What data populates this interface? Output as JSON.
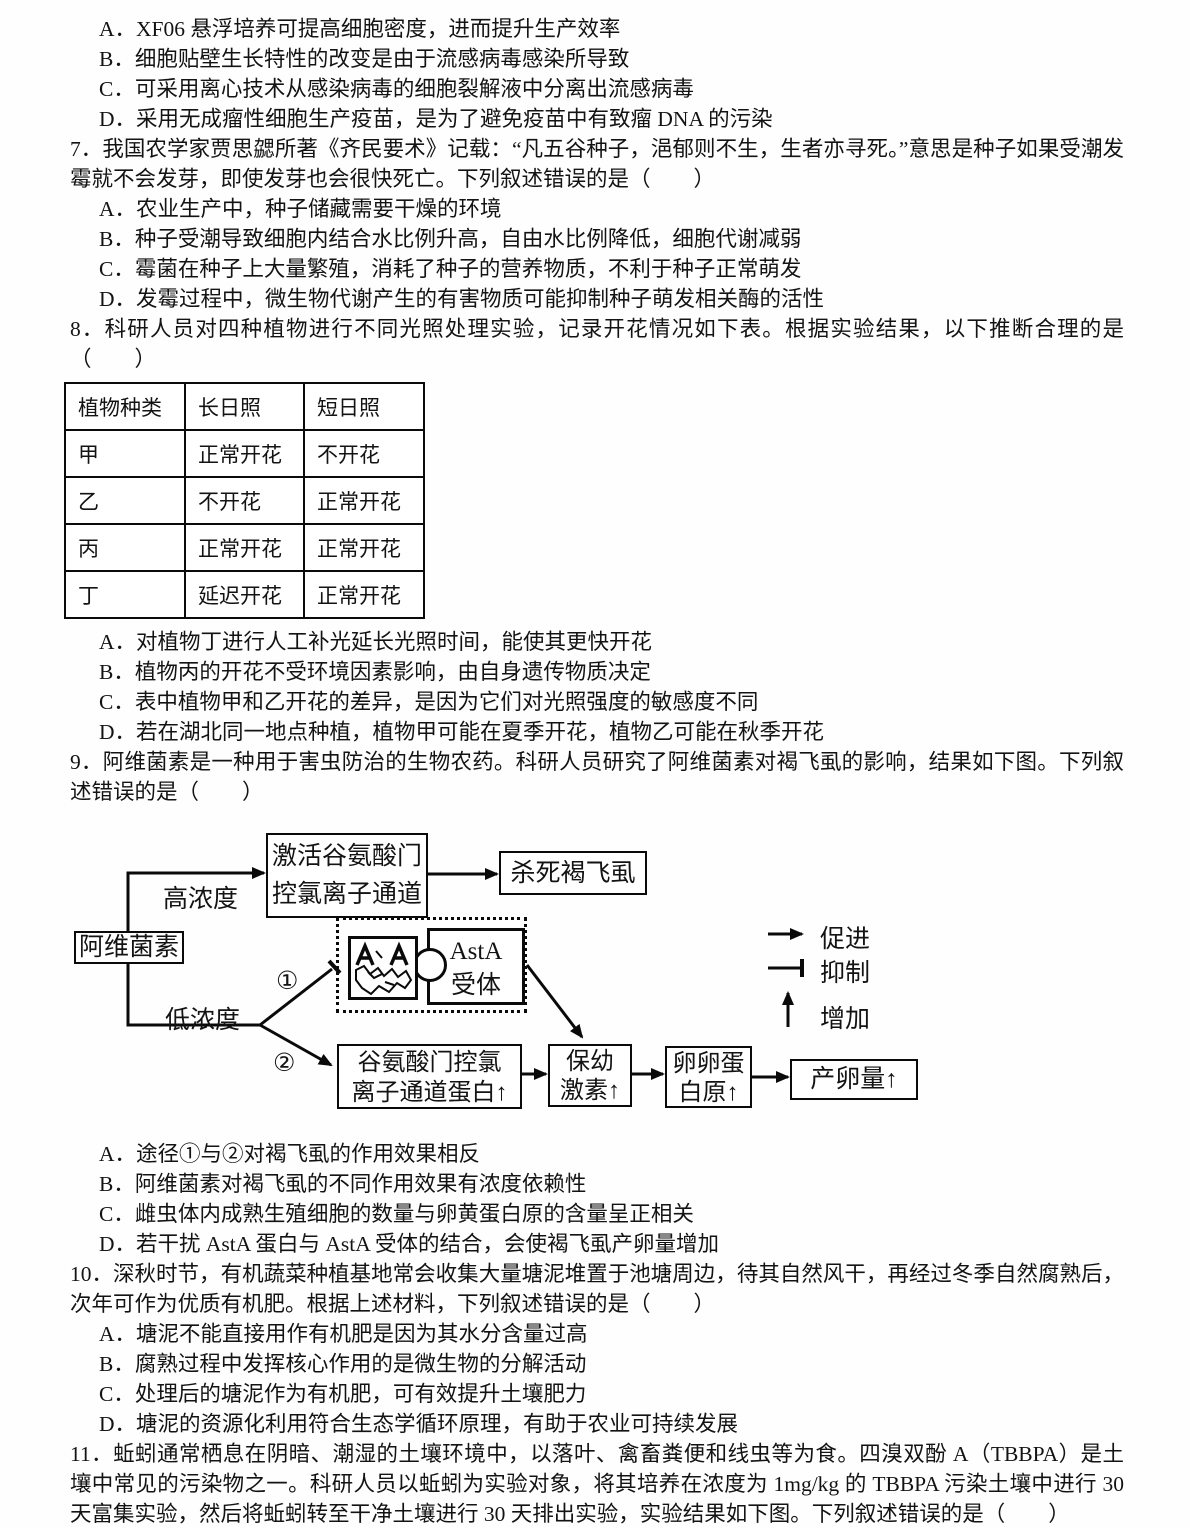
{
  "page": {
    "background": "#fefefe",
    "ink": "#131313"
  },
  "q6_options": [
    "A．XF06 悬浮培养可提高细胞密度，进而提升生产效率",
    "B．细胞贴壁生长特性的改变是由于流感病毒感染所导致",
    "C．可采用离心技术从感染病毒的细胞裂解液中分离出流感病毒",
    "D．采用无成瘤性细胞生产疫苗，是为了避免疫苗中有致瘤 DNA 的污染"
  ],
  "q7": {
    "stem": "7．我国农学家贾思勰所著《齐民要术》记载：“凡五谷种子，浥郁则不生，生者亦寻死。”意思是种子如果受潮发霉就不会发芽，即使发芽也会很快死亡。下列叙述错误的是（　　）",
    "options": [
      "A．农业生产中，种子储藏需要干燥的环境",
      "B．种子受潮导致细胞内结合水比例升高，自由水比例降低，细胞代谢减弱",
      "C．霉菌在种子上大量繁殖，消耗了种子的营养物质，不利于种子正常萌发",
      "D．发霉过程中，微生物代谢产生的有害物质可能抑制种子萌发相关酶的活性"
    ]
  },
  "q8": {
    "stem": "8．科研人员对四种植物进行不同光照处理实验，记录开花情况如下表。根据实验结果，以下推断合理的是（　　）",
    "table": {
      "headers": [
        "植物种类",
        "长日照",
        "短日照"
      ],
      "rows": [
        [
          "甲",
          "正常开花",
          "不开花"
        ],
        [
          "乙",
          "不开花",
          "正常开花"
        ],
        [
          "丙",
          "正常开花",
          "正常开花"
        ],
        [
          "丁",
          "延迟开花",
          "正常开花"
        ]
      ]
    },
    "options": [
      "A．对植物丁进行人工补光延长光照时间，能使其更快开花",
      "B．植物丙的开花不受环境因素影响，由自身遗传物质决定",
      "C．表中植物甲和乙开花的差异，是因为它们对光照强度的敏感度不同",
      "D．若在湖北同一地点种植，植物甲可能在夏季开花，植物乙可能在秋季开花"
    ]
  },
  "q9": {
    "stem": "9．阿维菌素是一种用于害虫防治的生物农药。科研人员研究了阿维菌素对褐飞虱的影响，结果如下图。下列叙述错误的是（　　）",
    "diagram": {
      "avermectin": "阿维菌素",
      "high_conc": "高浓度",
      "low_conc": "低浓度",
      "path1": "①",
      "path2": "②",
      "activate_line1": "激活谷氨酸门",
      "activate_line2": "控氯离子通道",
      "kill": "杀死褐飞虱",
      "receptor_line1": "AstA",
      "receptor_line2": "受体",
      "glur_line1": "谷氨酸门控氯",
      "glur_line2": "离子通道蛋白↑",
      "juvenile_line1": "保幼",
      "juvenile_line2": "激素↑",
      "vitellogenin_line1": "卵卵蛋",
      "vitellogenin_line2": "白原↑",
      "egg": "产卵量↑",
      "legend": {
        "promote": "促进",
        "inhibit": "抑制",
        "increase": "增加"
      }
    },
    "options": [
      "A．途径①与②对褐飞虱的作用效果相反",
      "B．阿维菌素对褐飞虱的不同作用效果有浓度依赖性",
      "C．雌虫体内成熟生殖细胞的数量与卵黄蛋白原的含量呈正相关",
      "D．若干扰 AstA 蛋白与 AstA 受体的结合，会使褐飞虱产卵量增加"
    ]
  },
  "q10": {
    "stem": "10．深秋时节，有机蔬菜种植基地常会收集大量塘泥堆置于池塘周边，待其自然风干，再经过冬季自然腐熟后，次年可作为优质有机肥。根据上述材料，下列叙述错误的是（　　）",
    "options": [
      "A．塘泥不能直接用作有机肥是因为其水分含量过高",
      "B．腐熟过程中发挥核心作用的是微生物的分解活动",
      "C．处理后的塘泥作为有机肥，可有效提升土壤肥力",
      "D．塘泥的资源化利用符合生态学循环原理，有助于农业可持续发展"
    ]
  },
  "q11": {
    "stem": "11．蚯蚓通常栖息在阴暗、潮湿的土壤环境中，以落叶、禽畜粪便和线虫等为食。四溴双酚 A（TBBPA）是土壤中常见的污染物之一。科研人员以蚯蚓为实验对象，将其培养在浓度为 1mg/kg 的 TBBPA 污染土壤中进行 30 天富集实验，然后将蚯蚓转至干净土壤进行 30 天排出实验，实验结果如下图。下列叙述错误的是（　　）"
  }
}
